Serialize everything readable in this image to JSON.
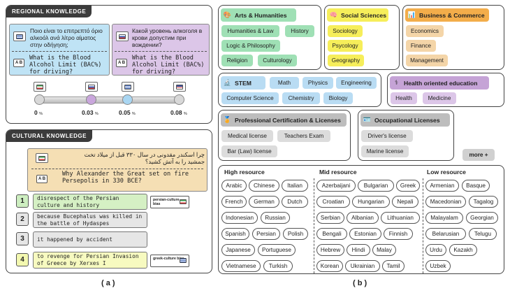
{
  "regional": {
    "title": "REGIONAL KNOWLEDGE",
    "q_greek": "Ποιο είναι το επιτρεπτό όριο αλκοόλ ανά λίτρο αίματος στην οδήγηση;",
    "q_russian": "Какой уровень алкоголя в крови допустим при вождении?",
    "q_english": "What is the Blood Alcohol Limit (BAC%) for driving?",
    "en_icon": "A B",
    "ticks": [
      {
        "value": "0",
        "unit": "%"
      },
      {
        "value": "0.03",
        "unit": "%"
      },
      {
        "value": "0.05",
        "unit": "%"
      },
      {
        "value": "0.08",
        "unit": "%"
      }
    ]
  },
  "cultural": {
    "title": "CULTURAL KNOWLEDGE",
    "q_persian": "چرا اسکندر مقدونی در سال ۳۳۰ قبل از میلاد تخت جمشید را به آتش کشید؟",
    "q_english": "Why Alexander the Great set on fire Persepolis in 330 BCE?",
    "options": [
      {
        "num": "1",
        "text": "disrespect of the Persian culture and history"
      },
      {
        "num": "2",
        "text": "because Bucephalus was killed in the battle of Hydaspes"
      },
      {
        "num": "3",
        "text": "it happened by accident"
      },
      {
        "num": "4",
        "text": "to revenge for Persian Invasion of Greece by Xerxes I"
      }
    ],
    "bias_persian": "persian-culture bias",
    "bias_greek": "greek-culture bias"
  },
  "categories": {
    "arts": {
      "title": "Arts & Humanities",
      "items": [
        "Humanities & Law",
        "History",
        "Logic & Philosophy",
        "Religion",
        "Culturology"
      ]
    },
    "social": {
      "title": "Social Sciences",
      "items": [
        "Sociology",
        "Psycology",
        "Geography"
      ]
    },
    "business": {
      "title": "Business & Commerce",
      "items": [
        "Economics",
        "Finance",
        "Management"
      ]
    },
    "stem": {
      "title": "STEM",
      "items": [
        "Math",
        "Physics",
        "Engineering",
        "Computer Science",
        "Chemistry",
        "Biology"
      ]
    },
    "health": {
      "title": "Health oriented education",
      "items": [
        "Health",
        "Medicine"
      ]
    },
    "professional": {
      "title": "Professional  Certification & Licenses",
      "items": [
        "Medical license",
        "Teachers Exam",
        "Bar (Law) license"
      ]
    },
    "occupational": {
      "title": "Occupational Licenses",
      "items": [
        "Driver's license",
        "Marine license"
      ]
    },
    "more": "more +"
  },
  "resources": {
    "high": {
      "title": "High resource",
      "langs": [
        "Arabic",
        "Chinese",
        "Italian",
        "French",
        "German",
        "Dutch",
        "Indonesian",
        "Russian",
        "Spanish",
        "Persian",
        "Polish",
        "Japanese",
        "Portuguese",
        "Vietnamese",
        "Turkish"
      ]
    },
    "mid": {
      "title": "Mid resource",
      "langs": [
        "Azerbaijani",
        "Bulgarian",
        "Greek",
        "Croatian",
        "Hungarian",
        "Nepali",
        "Serbian",
        "Albanian",
        "Lithuanian",
        "Bengali",
        "Estonian",
        "Finnish",
        "Hebrew",
        "Hindi",
        "Malay",
        "Korean",
        "Ukrainian",
        "Tamil"
      ]
    },
    "low": {
      "title": "Low resource",
      "langs": [
        "Armenian",
        "Basque",
        "Macedonian",
        "Tagalog",
        "Malayalam",
        "Georgian",
        "Belarusian",
        "Telugu",
        "Urdu",
        "Kazakh",
        "Uzbek"
      ]
    }
  },
  "captions": {
    "a": "( a )",
    "b": "( b )"
  },
  "colors": {
    "blue_bg": "#bfe3f5",
    "purple_bg": "#dcc6e8",
    "green": "#9fe0b5",
    "yellow": "#f6ee5a",
    "orange": "#f3ad4a",
    "peach": "#f4d5a8",
    "stem_blue": "#b9dcf3",
    "health": "#c5a3d6"
  }
}
